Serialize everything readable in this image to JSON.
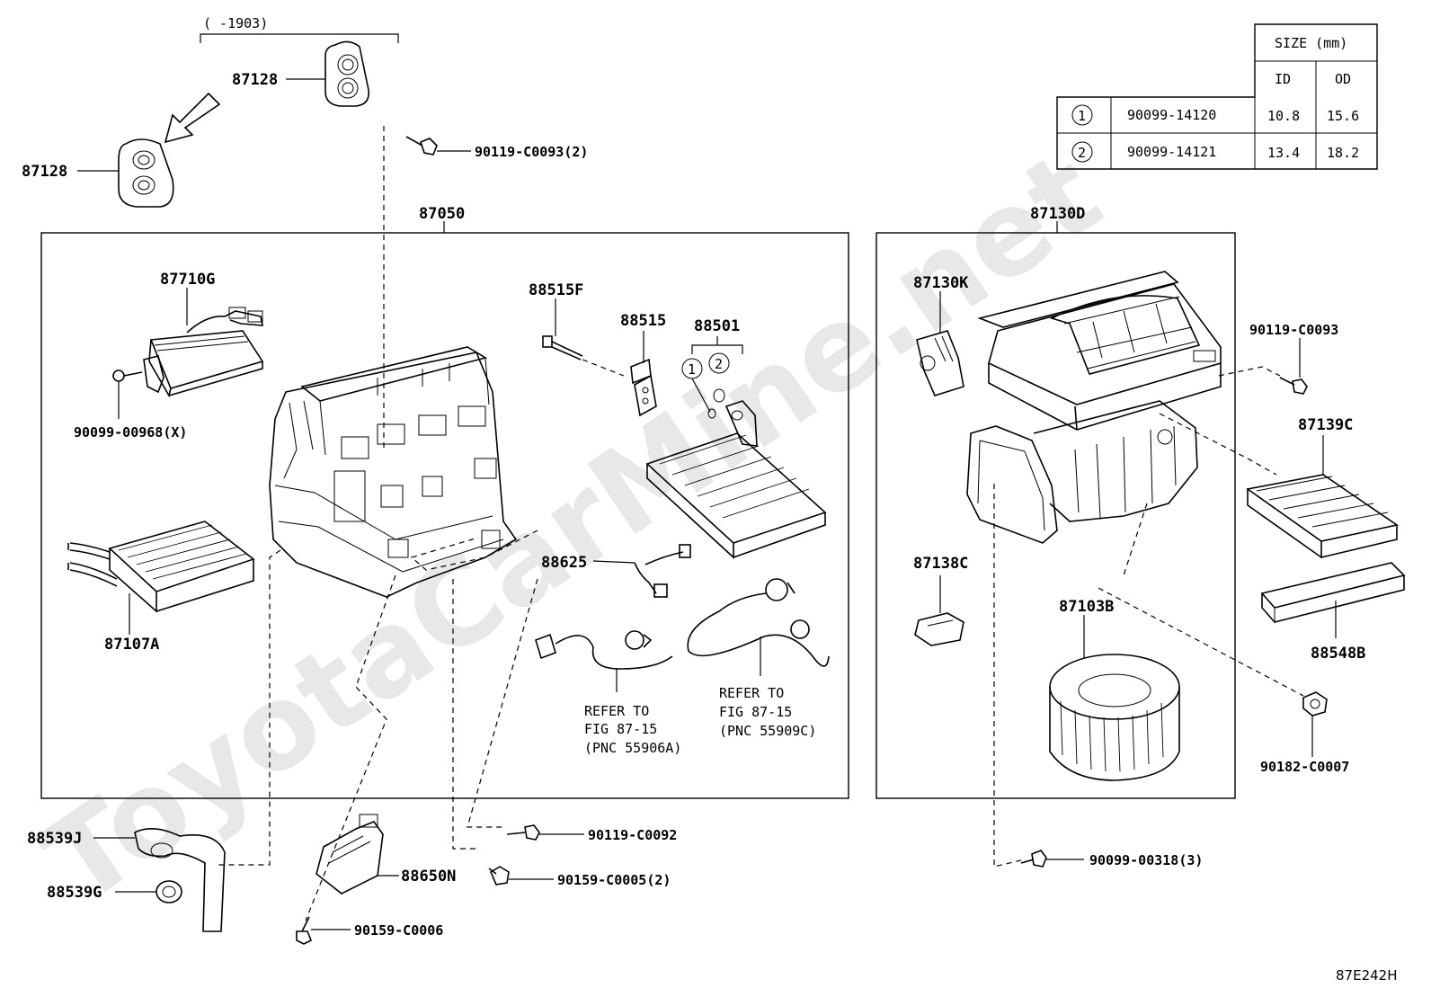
{
  "watermark": "ToyotaCarMine.net",
  "figure_id": "87E242H",
  "date_range": "(      -1903)",
  "size_table": {
    "header": "SIZE (mm)",
    "col_id": "ID",
    "col_od": "OD",
    "rows": [
      {
        "mark": "1",
        "part": "90099-14120",
        "id": "10.8",
        "od": "15.6"
      },
      {
        "mark": "2",
        "part": "90099-14121",
        "id": "13.4",
        "od": "18.2"
      }
    ]
  },
  "labels": {
    "p87128_top": "87128",
    "p87128_left": "87128",
    "p90119_c0093_2": "90119-C0093(2)",
    "p87050": "87050",
    "p87710g": "87710G",
    "p90099_00968": "90099-00968(X)",
    "p87107a": "87107A",
    "p88515f": "88515F",
    "p88515": "88515",
    "p88501": "88501",
    "mark1": "1",
    "mark2": "2",
    "p88625": "88625",
    "ref1_line1": "REFER TO",
    "ref1_line2": "FIG 87-15",
    "ref1_line3": "(PNC 55906A)",
    "ref2_line1": "REFER TO",
    "ref2_line2": "FIG 87-15",
    "ref2_line3": "(PNC 55909C)",
    "p87130d": "87130D",
    "p87130k": "87130K",
    "p90119_c0093": "90119-C0093",
    "p87139c": "87139C",
    "p87138c": "87138C",
    "p87103b": "87103B",
    "p88548b": "88548B",
    "p90182_c0007": "90182-C0007",
    "p88539j": "88539J",
    "p88539g": "88539G",
    "p88650n": "88650N",
    "p90119_c0092": "90119-C0092",
    "p90159_c0005": "90159-C0005(2)",
    "p90159_c0006": "90159-C0006",
    "p90099_00318": "90099-00318(3)"
  }
}
